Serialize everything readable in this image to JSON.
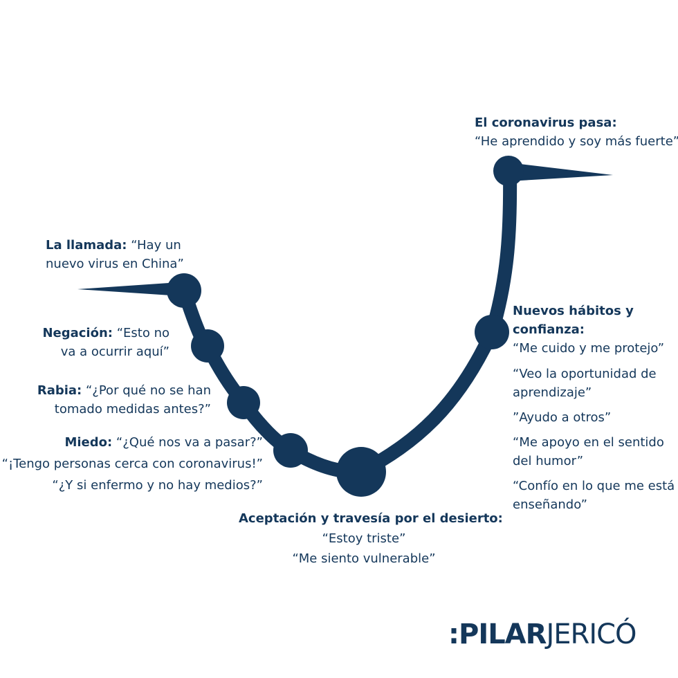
{
  "stages": {
    "llamada": {
      "title": "La llamada:",
      "line1": "“Hay un",
      "line2": "nuevo virus en China”"
    },
    "negacion": {
      "title": "Negación:",
      "line1": "“Esto no",
      "line2": "va a ocurrir aquí”"
    },
    "rabia": {
      "title": "Rabia:",
      "line1": "“¿Por qué no se han",
      "line2": "tomado medidas antes?”"
    },
    "miedo": {
      "title": "Miedo:",
      "line1": "“¿Qué nos va a pasar?”",
      "line2": "“¡Tengo personas cerca con coronavirus!”",
      "line3": "“¿Y si enfermo y no hay medios?”"
    },
    "aceptacion": {
      "title": "Aceptación y travesía por el desierto:",
      "line1": "“Estoy triste”",
      "line2": "“Me siento vulnerable”"
    },
    "nuevos": {
      "title1": "Nuevos hábitos y",
      "title2": "confianza:",
      "q1": "“Me cuido y me protejo”",
      "q2a": "“Veo la oportunidad de",
      "q2b": "aprendizaje”",
      "q3": "”Ayudo a otros”",
      "q4a": "“Me apoyo en el sentido",
      "q4b": "del humor”",
      "q5a": "“Confío en lo que me está",
      "q5b": "enseñando”"
    },
    "pasa": {
      "title": "El coronavirus pasa:",
      "line1": "“He aprendido y soy más fuerte”"
    }
  },
  "logo": {
    "prefix": ":PILAR",
    "suffix": "JERICÓ"
  },
  "colors": {
    "primary": "#14375a"
  }
}
